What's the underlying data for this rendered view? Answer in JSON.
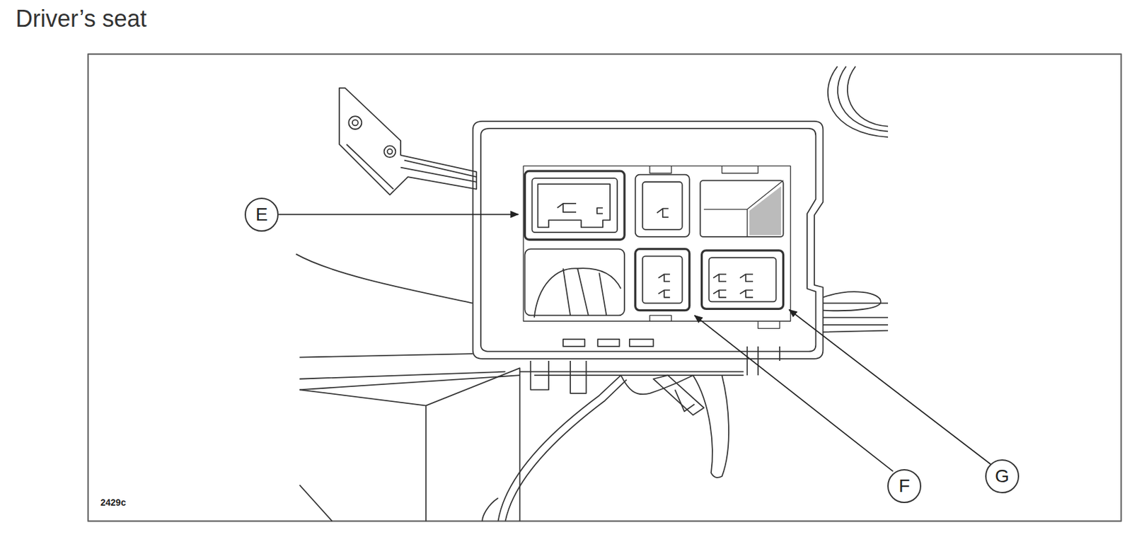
{
  "diagram": {
    "title": "Driver’s seat",
    "nodes": [
      {
        "text": [
          "E"
        ]
      },
      {
        "text": [
          "F"
        ]
      },
      {
        "text": [
          "G"
        ]
      }
    ],
    "labels": [
      "2429c"
    ]
  }
}
